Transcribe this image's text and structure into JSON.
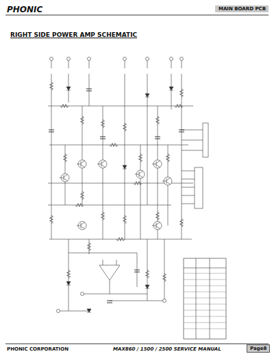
{
  "diagram": {
    "title": "RIGHT SIDE POWER AMP SCHEMATIC",
    "nodes": [
      {
        "text": [
          "MAIN BOARD PCB"
        ]
      },
      {
        "text": [
          "Page8"
        ]
      }
    ],
    "labels": [
      "PHONIC",
      "PHONIC CORPORATION",
      "MAX860 / 1500 / 2500 SERVICE MANUAL"
    ]
  }
}
